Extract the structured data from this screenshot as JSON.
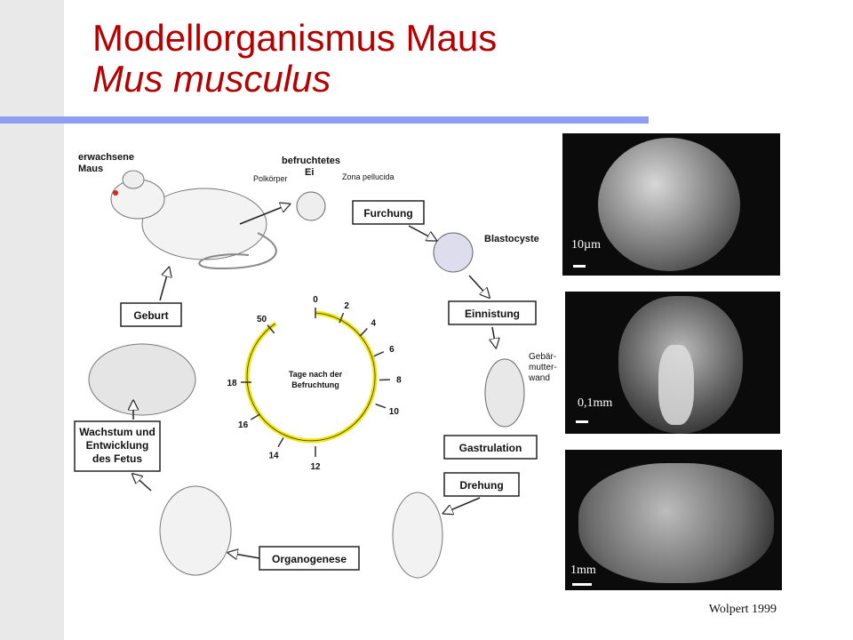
{
  "slide": {
    "title_line1": "Modellorganismus Maus",
    "title_line2": "Mus musculus",
    "credit": "Wolpert 1999"
  },
  "diagram": {
    "labels": {
      "adult_mouse_line1": "erwachsene",
      "adult_mouse_line2": "Maus",
      "egg_line1": "befruchtetes",
      "egg_line2": "Ei",
      "polar_body": "Polkörper",
      "zona": "Zona pellucida",
      "blastocyst": "Blastocyste",
      "uterus_line1": "Gebär-",
      "uterus_line2": "mutter-",
      "uterus_line3": "wand"
    },
    "stages": {
      "furchung": "Furchung",
      "einnistung": "Einnistung",
      "gastrulation": "Gastrulation",
      "drehung": "Drehung",
      "organogenese": "Organogenese",
      "geburt": "Geburt",
      "wachstum_line1": "Wachstum und",
      "wachstum_line2": "Entwicklung",
      "wachstum_line3": "des Fetus"
    },
    "clock": {
      "center_line1": "Tage nach der",
      "center_line2": "Befruchtung",
      "ticks": [
        "0",
        "2",
        "4",
        "6",
        "8",
        "10",
        "12",
        "14",
        "16",
        "18",
        "50"
      ],
      "ring_color": "#f2e600"
    }
  },
  "photos": {
    "scale1": "10µm",
    "scale2": "0,1mm",
    "scale3": "1mm"
  }
}
